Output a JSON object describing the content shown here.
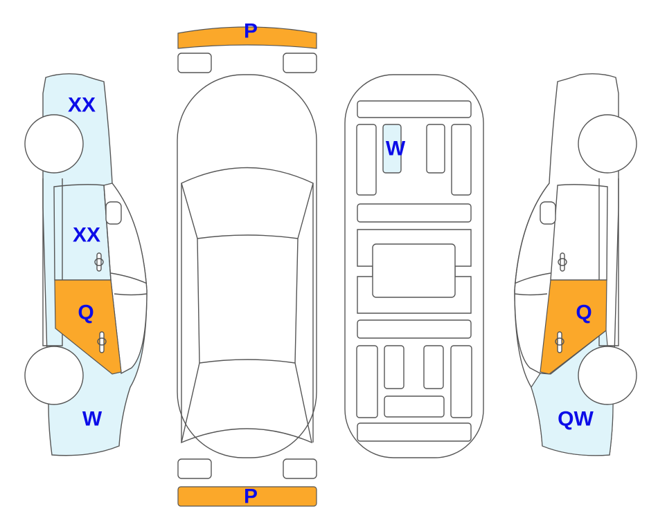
{
  "colors": {
    "damage_minor": "#dff4fa",
    "damage_major": "#fba82a",
    "label": "#0c0ce8",
    "outline": "#555555"
  },
  "left_side": {
    "front_fender": "XX",
    "front_door": "XX",
    "rear_door": "Q",
    "rear_quarter": "W"
  },
  "top_view": {
    "front_bumper": "P",
    "rear_bumper": "P"
  },
  "interior": {
    "front_seat": "W"
  },
  "right_side": {
    "rear_door": "Q",
    "rear_quarter": "QW"
  }
}
